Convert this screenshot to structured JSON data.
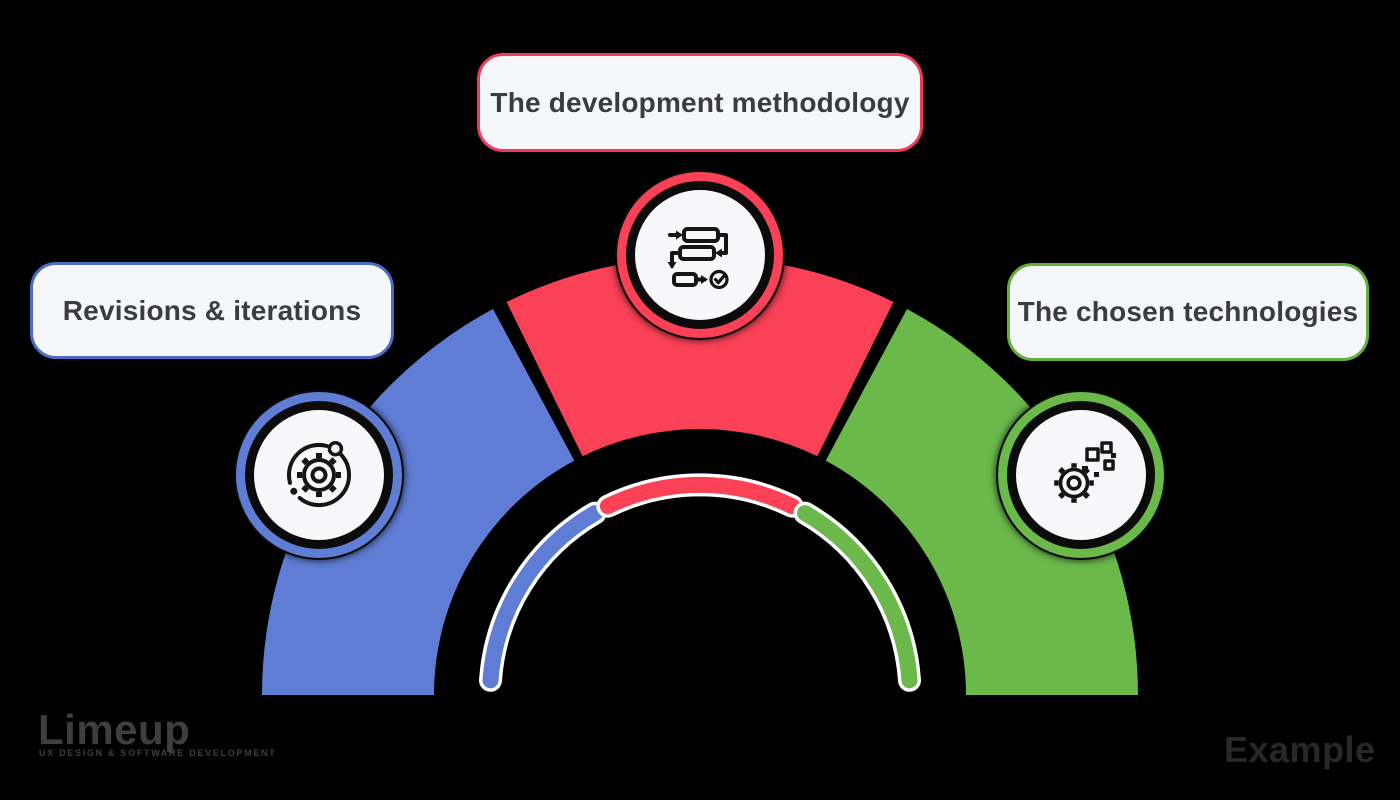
{
  "diagram": {
    "segments": [
      {
        "id": "left",
        "label": "Revisions & iterations",
        "color": "#5F7DD4",
        "border_color": "#4D6CC3",
        "icon": "gear-orbit-icon"
      },
      {
        "id": "top",
        "label": "The development methodology",
        "color": "#FB4156",
        "border_color": "#F13A56",
        "icon": "workflow-check-icon"
      },
      {
        "id": "right",
        "label": "The chosen technologies",
        "color": "#6BB84B",
        "border_color": "#63B13C",
        "icon": "gear-pixels-icon"
      }
    ],
    "colors": {
      "background": "#000000",
      "panel_background": "#F6F7FA",
      "badge_background": "#F8F8FB",
      "ring_black": "#0B0B0B",
      "icon_ink": "#151515",
      "label_text": "#3B3B42"
    }
  },
  "footer": {
    "logo_text": "Limeup",
    "logo_tagline": "UX DESIGN & SOFTWARE DEVELOPMENT",
    "watermark": "Example"
  }
}
